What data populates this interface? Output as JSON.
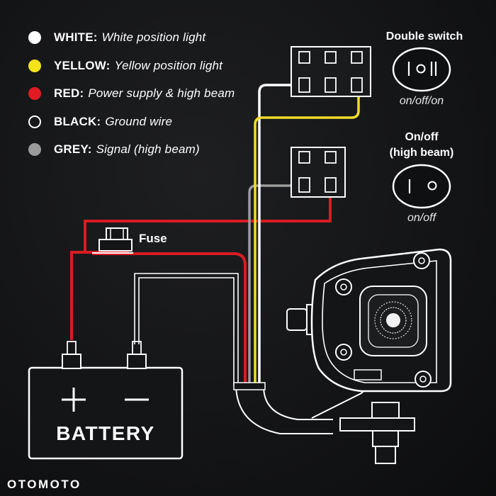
{
  "legend": [
    {
      "name": "WHITE:",
      "desc": "White position light",
      "color": "#ffffff",
      "hollow": false
    },
    {
      "name": "YELLOW:",
      "desc": "Yellow position light",
      "color": "#f4e21a",
      "hollow": false
    },
    {
      "name": "RED:",
      "desc": "Power supply & high beam",
      "color": "#e01b22",
      "hollow": false
    },
    {
      "name": "BLACK:",
      "desc": "Ground wire",
      "color": "#111111",
      "hollow": true
    },
    {
      "name": "GREY:",
      "desc": "Signal (high beam)",
      "color": "#9a9a9a",
      "hollow": false
    }
  ],
  "switches": {
    "double": {
      "title": "Double switch",
      "mode": "on/off/on",
      "symbols": "I O II"
    },
    "onoff": {
      "title_line1": "On/off",
      "title_line2": "(high beam)",
      "mode": "on/off",
      "symbols": "I O"
    }
  },
  "fuse": {
    "label": "Fuse"
  },
  "battery": {
    "label": "BATTERY",
    "plus": "+",
    "minus": "−"
  },
  "brand": "OTOMOTO",
  "colors": {
    "background": "#141517",
    "red_wire": "#d91c22",
    "yellow_wire": "#f1dc2a",
    "white_wire": "#ffffff",
    "grey_wire": "#9c9c9c",
    "outline": "#ffffff"
  }
}
